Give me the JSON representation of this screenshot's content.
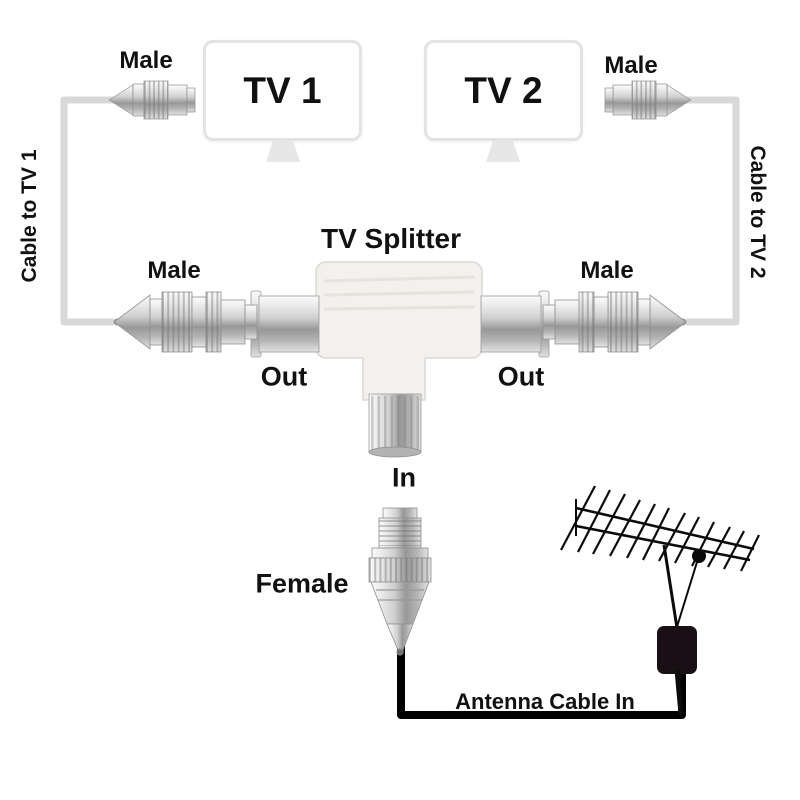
{
  "labels": {
    "tv1": "TV 1",
    "tv2": "TV 2",
    "male_top_left": "Male",
    "male_top_right": "Male",
    "male_mid_left": "Male",
    "male_mid_right": "Male",
    "cable_to_tv1": "Cable to TV 1",
    "cable_to_tv2": "Cable to TV 2",
    "splitter_title": "TV Splitter",
    "out_left": "Out",
    "out_right": "Out",
    "in": "In",
    "female": "Female",
    "antenna_cable_in": "Antenna Cable In"
  },
  "icons": {
    "tv1_monitor": "tv-monitor",
    "tv2_monitor": "tv-monitor",
    "male_connector": "coax-male-connector",
    "female_connector": "coax-female-connector",
    "splitter": "t-shaped-tv-splitter",
    "antenna": "yagi-antenna"
  },
  "colors": {
    "cable_gray": "#d8d8d8",
    "cable_black": "#000000",
    "text": "#111111",
    "monitor_border": "#e3e3e3",
    "splitter_body": "#f3f1ed",
    "metal_light": "#ededed",
    "metal_dark": "#989898",
    "balun_dark": "#1a0f15"
  }
}
